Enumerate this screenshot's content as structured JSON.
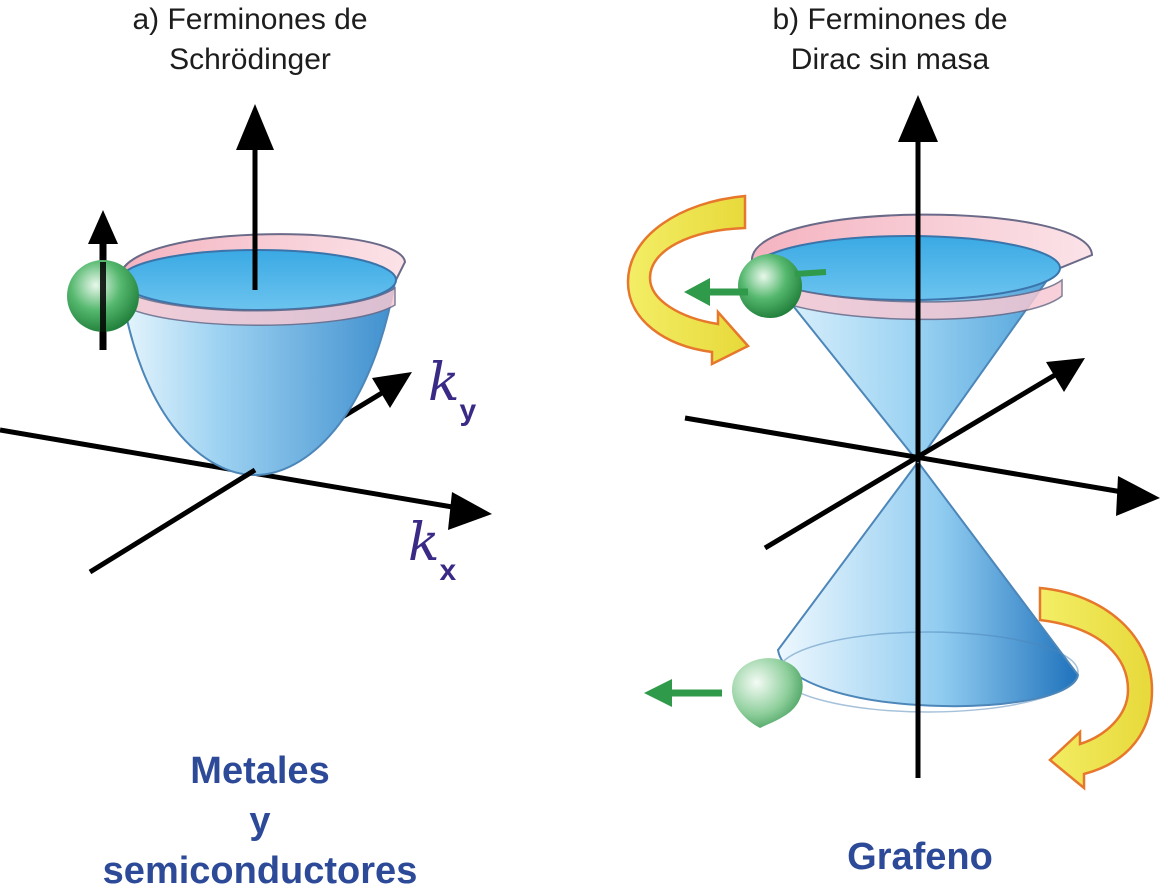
{
  "panel_a": {
    "title_line1": "a) Ferminones de",
    "title_line2": "Schrödinger",
    "axis_y_symbol": "k",
    "axis_y_sub": "y",
    "axis_x_symbol": "k",
    "axis_x_sub": "x",
    "label_line1": "Metales",
    "label_line2": "y",
    "label_line3": "semiconductores"
  },
  "panel_b": {
    "title_line1": "b) Ferminones de",
    "title_line2": "Dirac sin masa",
    "label": "Grafeno"
  },
  "colors": {
    "text": "#1d1d1d",
    "label_blue": "#2d4a99",
    "axis_label": "#3a2a86",
    "cone_blue": "#5fb3e6",
    "rim_pink": "#f0a6b4",
    "electron_green": "#2f9a4a",
    "rotation_arrow": "#e9e24a"
  }
}
